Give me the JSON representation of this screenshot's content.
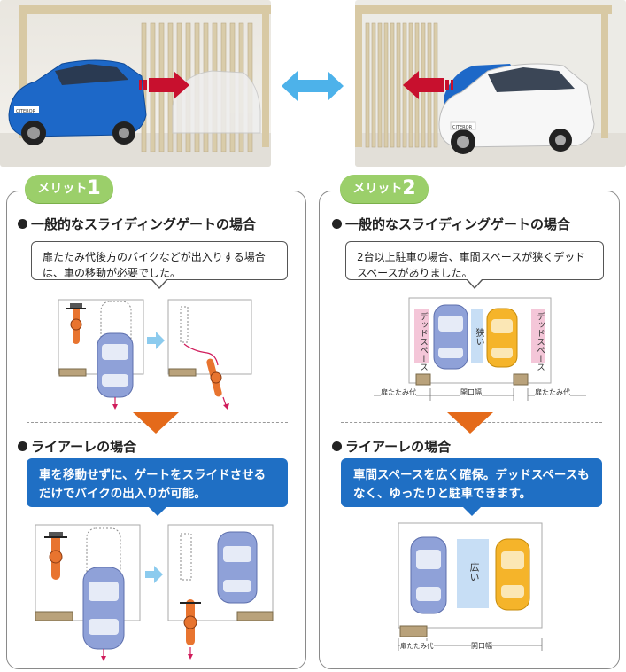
{
  "photos": {
    "left_car_plate": "CITEROR",
    "right_car_plate": "CITEROR"
  },
  "merit1": {
    "badge_prefix": "メリット",
    "badge_num": "1",
    "heading_general": "一般的なスライディングゲートの場合",
    "bubble_text": "扉たたみ代後方のバイクなどが出入りする場合は、車の移動が必要でした。",
    "heading_lyre": "ライアーレの場合",
    "lyre_text": "車を移動せずに、ゲートをスライドさせるだけでバイクの出入りが可能。"
  },
  "merit2": {
    "badge_prefix": "メリット",
    "badge_num": "2",
    "heading_general": "一般的なスライディングゲートの場合",
    "bubble_text": "2台以上駐車の場合、車間スペースが狭くデッドスペースがありました。",
    "dead_space_label": "デッドスペース",
    "narrow_label": "狭い",
    "fold_label": "扉たたみ代",
    "opening_label": "開口幅",
    "heading_lyre": "ライアーレの場合",
    "lyre_text": "車間スペースを広く確保。デッドスペースもなく、ゆったりと駐車できます。",
    "wide_label": "広い"
  },
  "colors": {
    "badge_green": "#9bcf6a",
    "lyre_blue": "#1f6fc4",
    "arrow_orange": "#e46a1a",
    "car_blue": "#8fa1d8",
    "car_yellow": "#f5b42a",
    "moto_orange": "#e8742f",
    "dead_pink": "#f4c6d8",
    "narrow_blue": "#c7def5",
    "swap_arrow": "#4db2ea"
  }
}
